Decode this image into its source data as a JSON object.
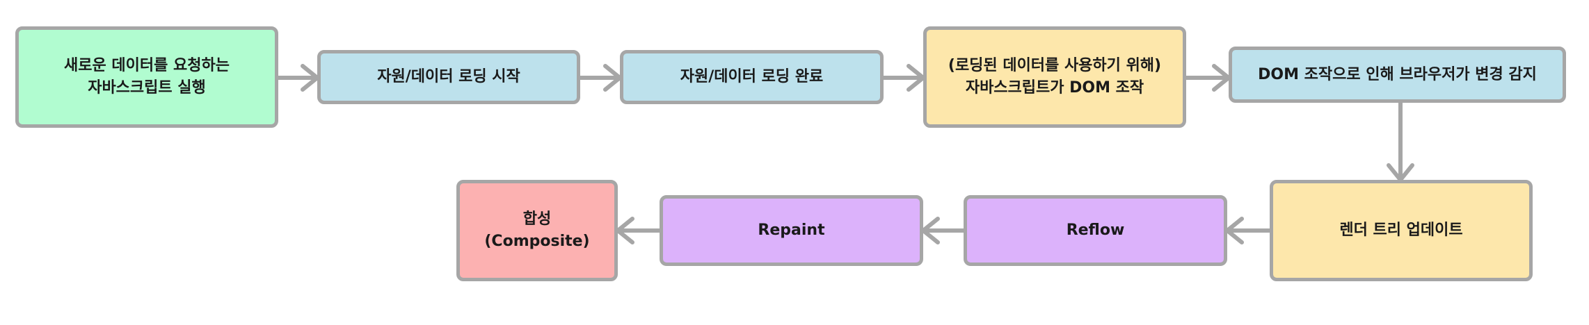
{
  "nodes": {
    "request_script": {
      "line1": "새로운 데이터를 요청하는",
      "line2": "자바스크립트 실행",
      "color": "#b1fcd0"
    },
    "load_start": {
      "label": "자원/데이터 로딩 시작",
      "color": "#bde1ec"
    },
    "load_complete": {
      "label": "자원/데이터 로딩 완료",
      "color": "#bde1ec"
    },
    "dom_manipulation": {
      "line1": "(로딩된 데이터를 사용하기 위해)",
      "line2": "자바스크립트가 DOM 조작",
      "color": "#fde7ab"
    },
    "browser_detect": {
      "label": "DOM 조작으로 인해 브라우저가 변경 감지",
      "color": "#bde1ec"
    },
    "render_tree_update": {
      "label": "렌더 트리 업데이트",
      "color": "#fde7ab"
    },
    "reflow": {
      "label": "Reflow",
      "color": "#dcb2fb"
    },
    "repaint": {
      "label": "Repaint",
      "color": "#dcb2fb"
    },
    "composite": {
      "line1": "합성",
      "line2": "(Composite)",
      "color": "#fcb1b1"
    }
  },
  "connector_color": "#a6a6a6"
}
